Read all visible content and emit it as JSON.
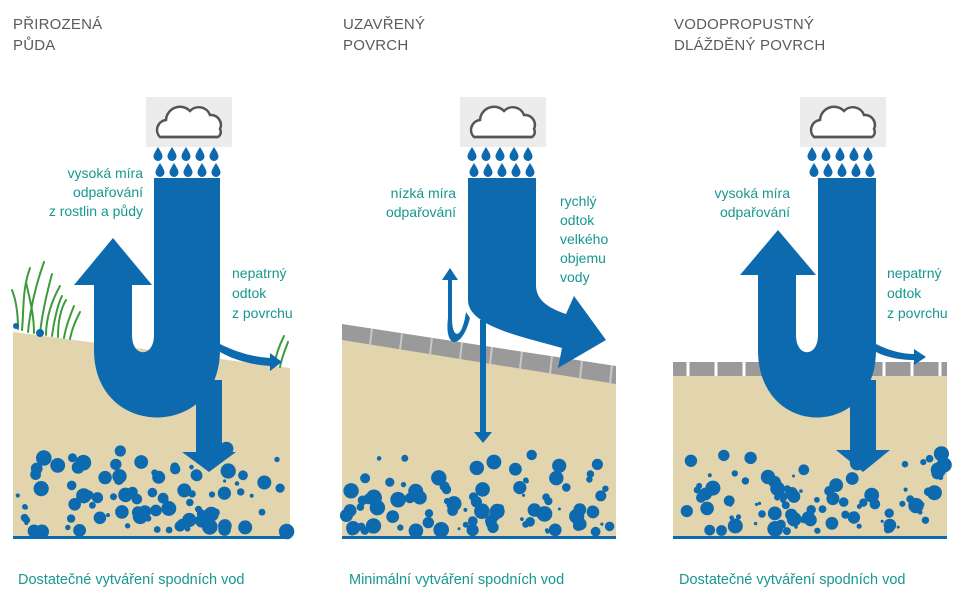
{
  "colors": {
    "soil": "#e2d5ad",
    "arrow": "#0e6aae",
    "drop": "#0e6aae",
    "label": "#17978f",
    "title": "#5b5b5b",
    "pavement": "#9a9a9a",
    "grass": "#3c9b3c"
  },
  "panels": [
    {
      "title_line1": "PŘIROZENÁ",
      "title_line2": "PŮDA",
      "left_label": [
        "vysoká míra",
        "odpařování",
        "z rostlin a půdy"
      ],
      "right_label": [
        "nepatrný",
        "odtok",
        "z povrchu"
      ],
      "caption": "Dostatečné vytváření spodních vod",
      "icons": [
        "rain-cloud-icon",
        "grass-icon"
      ]
    },
    {
      "title_line1": "UZAVŘENÝ",
      "title_line2": "POVRCH",
      "left_label": [
        "nízká míra",
        "odpařování"
      ],
      "right_label": [
        "rychlý",
        "odtok",
        "velkého",
        "objemu",
        "vody"
      ],
      "caption": "Minimální vytváření spodních vod",
      "icons": [
        "rain-cloud-icon"
      ]
    },
    {
      "title_line1": "VODOPROPUSTNÝ",
      "title_line2": "DLÁŽDĚNÝ POVRCH",
      "left_label": [
        "vysoká míra",
        "odpařování"
      ],
      "right_label": [
        "nepatrný",
        "odtok",
        "z povrchu"
      ],
      "caption": "Dostatečné vytváření spodních vod",
      "icons": [
        "rain-cloud-icon"
      ]
    }
  ]
}
